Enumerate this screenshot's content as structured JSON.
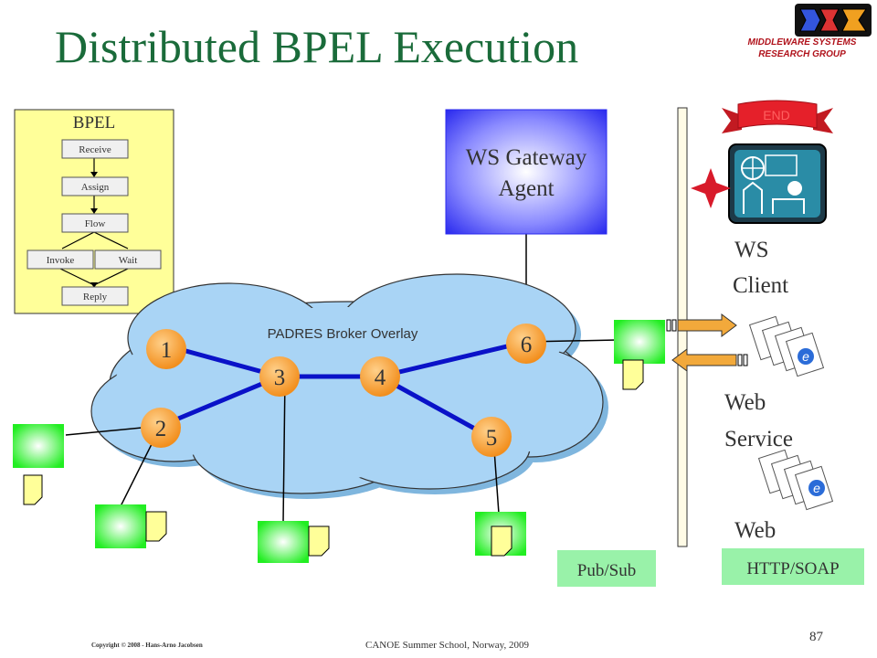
{
  "title": "Distributed BPEL Execution",
  "logo": {
    "line1": "MIDDLEWARE SYSTEMS",
    "line2": "RESEARCH GROUP"
  },
  "bpel": {
    "heading": "BPEL",
    "steps": {
      "receive": "Receive",
      "assign": "Assign",
      "flow": "Flow",
      "invoke": "Invoke",
      "wait": "Wait",
      "reply": "Reply"
    }
  },
  "gateway": {
    "line1": "WS Gateway",
    "line2": "Agent"
  },
  "overlay_label": "PADRES Broker Overlay",
  "brokers": [
    "1",
    "2",
    "3",
    "4",
    "5",
    "6"
  ],
  "end_banner": "END",
  "ws_client": {
    "line1": "WS",
    "line2": "Client"
  },
  "web_service": {
    "line1": "Web",
    "line2": "Service",
    "line3": "Web"
  },
  "pubsub_label": "Pub/Sub",
  "http_label": "HTTP/SOAP",
  "copyright": "Copyright © 2008 - Hans-Arno Jacobsen",
  "footer": "CANOE Summer School, Norway, 2009",
  "page_number": "87",
  "colors": {
    "title": "#1a6b3a",
    "cloud": "#a9d4f5",
    "broker": "#f7a23a",
    "link": "#0a12c8",
    "bpel_note": "#ffff99",
    "gateway": "#3a3aee",
    "label_box": "#99f2a9",
    "agent_box": "#22ee22",
    "banner": "#e5202a",
    "logo": "#b0121b"
  }
}
